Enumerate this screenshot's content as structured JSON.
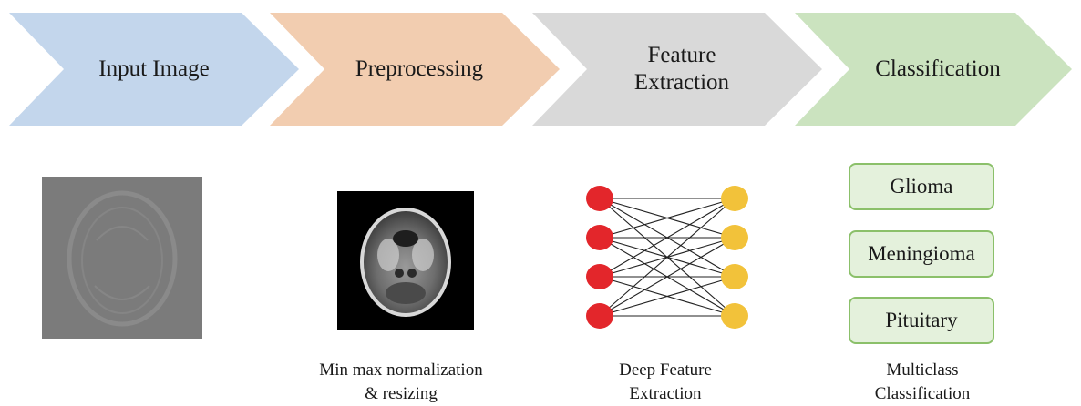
{
  "stages": [
    {
      "label": "Input Image",
      "fill": "#c3d6ec"
    },
    {
      "label": "Preprocessing",
      "fill": "#f2cdb0"
    },
    {
      "label": "Feature\nExtraction",
      "fill": "#d9d9d9"
    },
    {
      "label": "Classification",
      "fill": "#cbe3bf"
    }
  ],
  "captions": {
    "preprocessing": "Min max normalization\n& resizing",
    "feature": "Deep Feature\nExtraction",
    "classification": "Multiclass\nClassification"
  },
  "classes": [
    "Glioma",
    "Meningioma",
    "Pituitary"
  ],
  "network": {
    "input_color": "#e3262b",
    "output_color": "#f2c23a",
    "input_nodes": 4,
    "output_nodes": 4,
    "edges": [
      [
        0,
        0
      ],
      [
        0,
        1
      ],
      [
        0,
        2
      ],
      [
        0,
        3
      ],
      [
        1,
        0
      ],
      [
        1,
        1
      ],
      [
        1,
        2
      ],
      [
        1,
        3
      ],
      [
        2,
        0
      ],
      [
        2,
        1
      ],
      [
        2,
        2
      ],
      [
        2,
        3
      ],
      [
        3,
        0
      ],
      [
        3,
        1
      ],
      [
        3,
        2
      ],
      [
        3,
        3
      ]
    ]
  }
}
